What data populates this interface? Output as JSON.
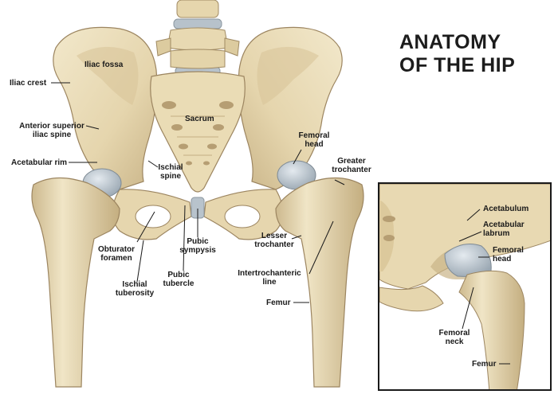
{
  "title": {
    "line1": "ANATOMY",
    "line2": "OF THE HIP"
  },
  "labels": {
    "iliac_fossa": "Iliac fossa",
    "iliac_crest": "Iliac crest",
    "asis_1": "Anterior superior",
    "asis_2": "iliac spine",
    "acetabular_rim": "Acetabular rim",
    "sacrum": "Sacrum",
    "ischial_spine_1": "Ischial",
    "ischial_spine_2": "spine",
    "femoral_head_1": "Femoral",
    "femoral_head_2": "head",
    "greater_trochanter_1": "Greater",
    "greater_trochanter_2": "trochanter",
    "obturator_1": "Obturator",
    "obturator_2": "foramen",
    "pubic_symphysis_1": "Pubic",
    "pubic_symphysis_2": "sympysis",
    "ischial_tuberosity_1": "Ischial",
    "ischial_tuberosity_2": "tuberosity",
    "pubic_tubercle_1": "Pubic",
    "pubic_tubercle_2": "tubercle",
    "lesser_trochanter_1": "Lesser",
    "lesser_trochanter_2": "trochanter",
    "intertrochanteric_1": "Intertrochanteric",
    "intertrochanteric_2": "line",
    "femur": "Femur"
  },
  "inset": {
    "acetabulum": "Acetabulum",
    "acetabular_labrum_1": "Acetabular",
    "acetabular_labrum_2": "labrum",
    "femoral_head_1": "Femoral",
    "femoral_head_2": "head",
    "femoral_neck_1": "Femoral",
    "femoral_neck_2": "neck",
    "femur": "Femur"
  },
  "colors": {
    "bone": "#e9dcb8",
    "bone_shade": "#c7b287",
    "bone_dark": "#9c8560",
    "cartilage": "#b8c3cc",
    "text": "#1a1a1a"
  }
}
